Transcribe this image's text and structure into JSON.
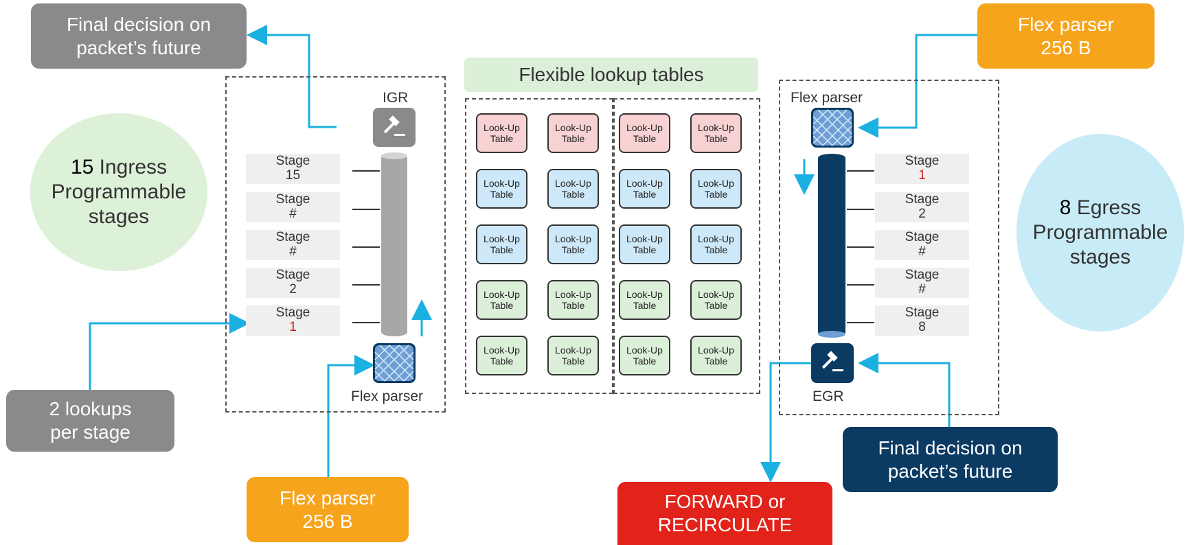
{
  "callouts": {
    "ingress_decision": "Final decision on packet’s future",
    "egress_decision": "Final decision on packet’s future",
    "ingress_parser": {
      "line1": "Flex parser",
      "line2": "256 B"
    },
    "egress_parser": {
      "line1": "Flex parser",
      "line2": "256 B"
    },
    "lookups_per_stage": {
      "line1": "2 lookups",
      "line2": "per stage"
    },
    "forward": {
      "line1": "FORWARD or",
      "line2": "RECIRCULATE"
    }
  },
  "ingress": {
    "count": "15",
    "circle_text": [
      "Ingress",
      "Programmable",
      "stages"
    ],
    "block_label": "IGR",
    "parser_label": "Flex parser",
    "stages": [
      {
        "label": "Stage",
        "num": "15",
        "highlight": false
      },
      {
        "label": "Stage",
        "num": "#",
        "highlight": false
      },
      {
        "label": "Stage",
        "num": "#",
        "highlight": false
      },
      {
        "label": "Stage",
        "num": "2",
        "highlight": false
      },
      {
        "label": "Stage",
        "num": "1",
        "highlight": true
      }
    ]
  },
  "egress": {
    "count": "8",
    "circle_text": [
      "Egress",
      "Programmable",
      "stages"
    ],
    "block_label": "EGR",
    "parser_label": "Flex parser",
    "stages": [
      {
        "label": "Stage",
        "num": "1",
        "highlight": true
      },
      {
        "label": "Stage",
        "num": "2",
        "highlight": false
      },
      {
        "label": "Stage",
        "num": "#",
        "highlight": false
      },
      {
        "label": "Stage",
        "num": "#",
        "highlight": false
      },
      {
        "label": "Stage",
        "num": "8",
        "highlight": false
      }
    ]
  },
  "lookup": {
    "title": "Flexible lookup tables",
    "table_line1": "Look-Up",
    "table_line2": "Table",
    "row_colors": [
      "red",
      "blue",
      "blue",
      "green",
      "green"
    ]
  },
  "colors": {
    "arrow": "#1ab0e0",
    "ingress_pipe": "#a7a7aa",
    "egress_pipe": "#0b3a62",
    "highlight_num": "#cc1a1a"
  }
}
